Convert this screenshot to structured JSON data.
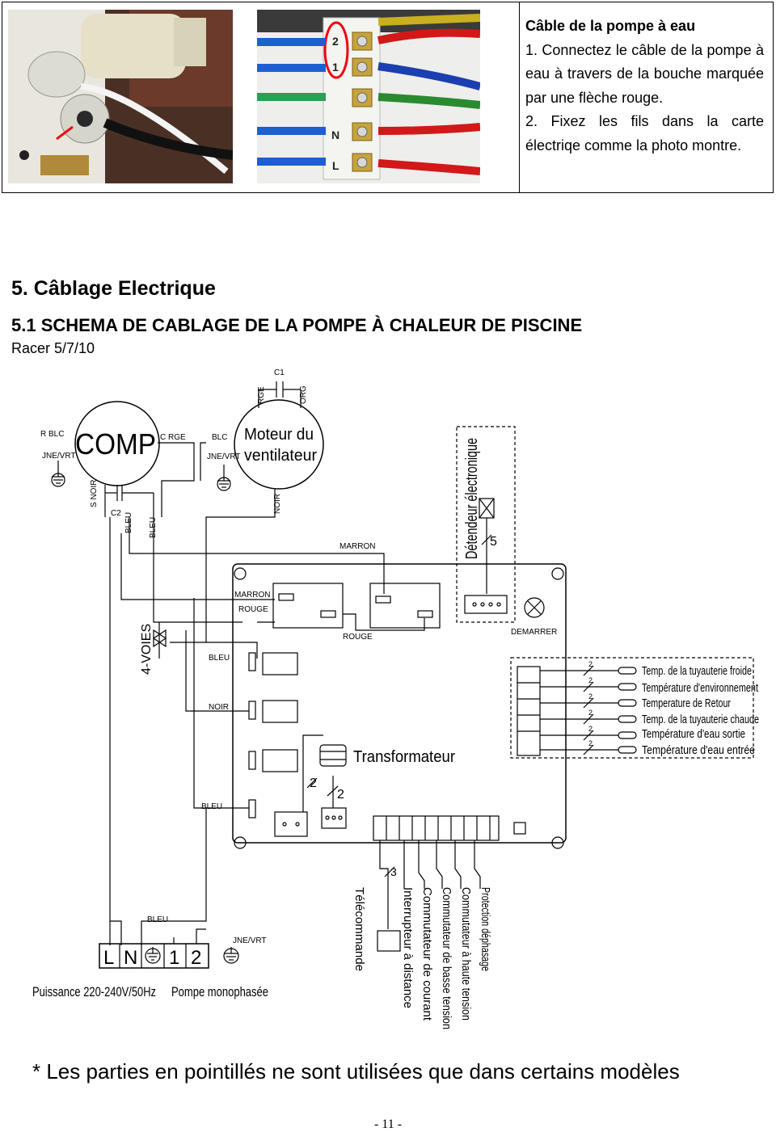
{
  "top": {
    "heading": "Câble de la pompe à eau",
    "step1": "1. Connectez le câble de la pompe à eau à travers de la bouche marquée par une flèche rouge.",
    "step2": "2. Fixez les fils dans la carte électriqe comme la photo montre."
  },
  "photo2_labels": {
    "l2": "2",
    "l1": "1",
    "lN": "N",
    "lL": "L"
  },
  "section": {
    "title": "5. Câblage Electrique",
    "subtitle": "5.1 SCHEMA DE CABLAGE DE LA POMPE À CHALEUR DE PISCINE",
    "model": "Racer 5/7/10"
  },
  "diagram": {
    "c1": "C1",
    "rge": "RGE",
    "org": "ORG",
    "comp": "COMP",
    "r_blc": "R BLC",
    "c_rge": "C RGE",
    "jne_vrt": "JNE/VRT",
    "s_noir": "S NOIR",
    "c2": "C2",
    "bleu": "BLEU",
    "blc": "BLC",
    "motor1": "Moteur du",
    "motor2": "ventilateur",
    "noir": "NOIR",
    "marron": "MARRON",
    "rouge": "ROUGE",
    "detendeur": "Détendeur électronique",
    "five": "5",
    "demarrer": "DEMARRER",
    "four_voies": "4-VOIES",
    "transfo": "Transformateur",
    "two": "2",
    "three": "3",
    "sensors": [
      "Temp. de la tuyauterie froide",
      "Température d'environnement",
      "Temperature de Retour",
      "Temp. de la tuyauterie chaude",
      "Température d'eau sortie",
      "Température d'eau entrée"
    ],
    "controls": [
      "Télécommande",
      "Interrupteur à distance",
      "Commutateur de courant",
      "Commutateur de basse tension",
      "Commutateur à haute tension",
      "Protection déphasage"
    ],
    "term_L": "L",
    "term_N": "N",
    "term_1": "1",
    "term_2": "2",
    "power": "Puissance 220-240V/50Hz",
    "pump": "Pompe monophasée"
  },
  "footnote": "* Les parties en pointillés ne sont utilisées que dans certains modèles",
  "page": "- 11 -"
}
